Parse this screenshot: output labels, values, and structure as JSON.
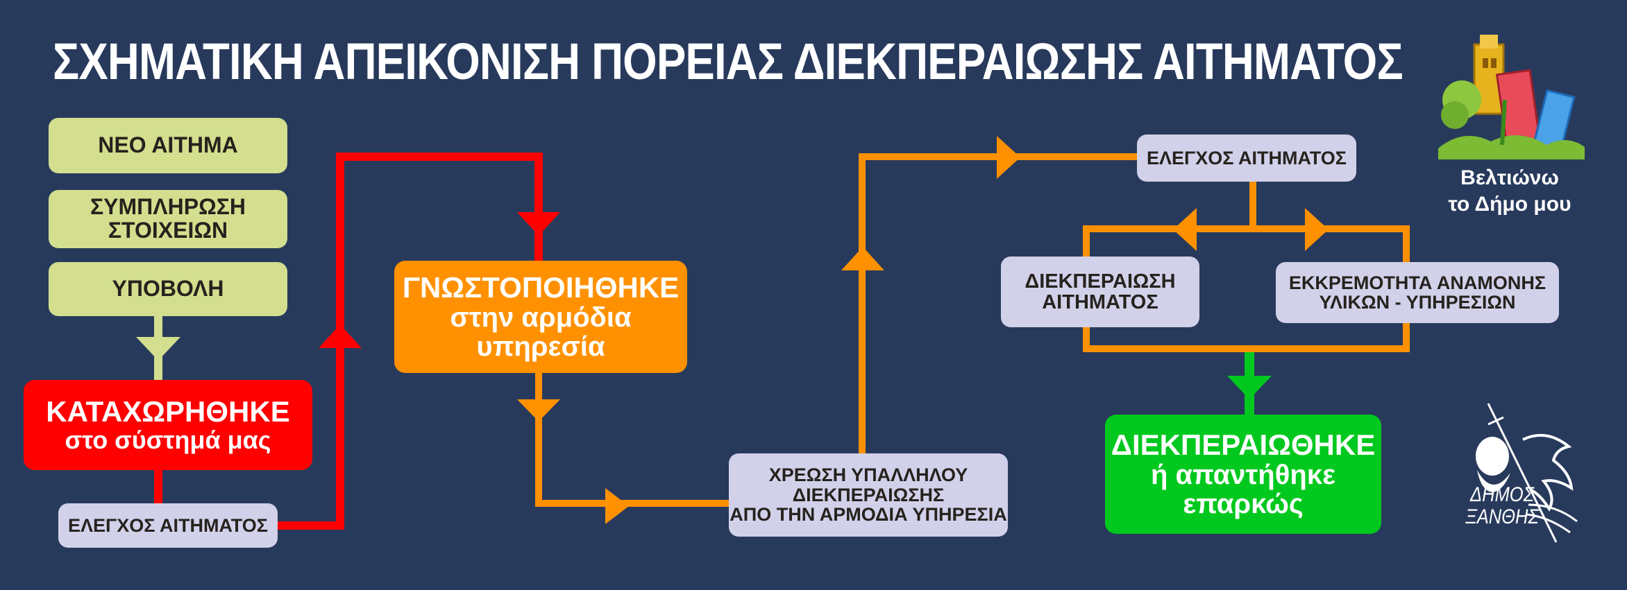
{
  "title": "ΣΧΗΜΑΤΙΚΗ ΑΠΕΙΚΟΝΙΣΗ ΠΟΡΕΙΑΣ ΔΙΕΚΠΕΡΑΙΩΣΗΣ ΑΙΤΗΜΑΤΟΣ",
  "steps": {
    "new_request": "ΝΕΟ ΑΙΤΗΜΑ",
    "fill_in_1": "ΣΥΜΠΛΗΡΩΣΗ",
    "fill_in_2": "ΣΤΟΙΧΕΙΩΝ",
    "submit": "ΥΠΟΒΟΛΗ",
    "registered_1": "ΚΑΤΑΧΩΡΗΘΗΚΕ",
    "registered_2": "στο σύστημά μας",
    "check_1": "ΕΛΕΓΧΟΣ ΑΙΤΗΜΑΤΟΣ",
    "notified_1": "ΓΝΩΣΤΟΠΟΙΗΘΗΚΕ",
    "notified_2": "στην αρμόδια",
    "notified_3": "υπηρεσία",
    "assign_1": "ΧΡΕΩΣΗ ΥΠΑΛΛΗΛΟΥ",
    "assign_2": "ΔΙΕΚΠΕΡΑΙΩΣΗΣ",
    "assign_3": "ΑΠΟ ΤΗΝ ΑΡΜΟΔΙΑ ΥΠΗΡΕΣΙΑ",
    "check_2": "ΕΛΕΓΧΟΣ ΑΙΤΗΜΑΤΟΣ",
    "processing_1": "ΔΙΕΚΠΕΡΑΙΩΣΗ",
    "processing_2": "ΑΙΤΗΜΑΤΟΣ",
    "pending_1": "ΕΚΚΡΕΜΟΤΗΤΑ ΑΝΑΜΟΝΗΣ",
    "pending_2": "ΥΛΙΚΩΝ - ΥΠΗΡΕΣΙΩΝ",
    "done_1": "ΔΙΕΚΠΕΡΑΙΩΘΗΚΕ",
    "done_2": "ή απαντήθηκε",
    "done_3": "επαρκώς"
  },
  "branding": {
    "slogan_1": "Βελτιώνω",
    "slogan_2": "το Δήμο μου",
    "seal_1": "ΔΗΜΟΣ",
    "seal_2": "ΞΑΝΘΗΣ"
  },
  "colors": {
    "background": "#283a5c",
    "lime": "#d3df8e",
    "lavender": "#d2d1ea",
    "red": "#ff0000",
    "orange": "#ff9100",
    "green": "#00c81e"
  }
}
